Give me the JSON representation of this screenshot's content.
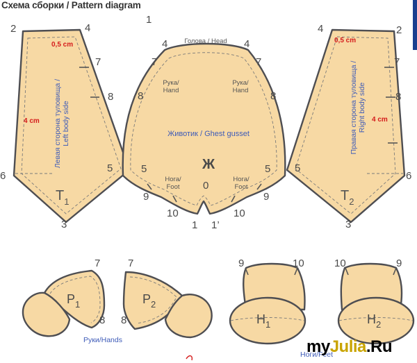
{
  "header": {
    "title": "Схема сборки / Pattern diagram"
  },
  "colors": {
    "piece_fill": "#f7d9a4",
    "outline": "#4e4e52",
    "seam": "#7a7a7a",
    "label_gray": "#555555",
    "blue_text": "#3e5bb8",
    "red_text": "#d51c1c",
    "brand_gold": "#c9a400",
    "brand_black": "#000000"
  },
  "pieces": {
    "left_body": {
      "name": "T",
      "sub": "1",
      "caption": [
        "Левая сторона туловища /",
        "Left body side"
      ],
      "seam_allowance": "0,5 cm",
      "height_mark": "4 cm",
      "points": [
        "2",
        "4",
        "7",
        "8",
        "6",
        "5",
        "3"
      ]
    },
    "gusset": {
      "name": "Ж",
      "top_label": "Голова / Head",
      "center_label": "Животик / Ghest gusset",
      "hand_left": [
        "Рука/",
        "Hand"
      ],
      "hand_right": [
        "Рука/",
        "Hand"
      ],
      "foot_left": [
        "Нога/",
        "Foot"
      ],
      "foot_right": [
        "Нога/",
        "Foot"
      ],
      "points": [
        "1",
        "4",
        "4",
        "7",
        "7",
        "8",
        "8",
        "5",
        "5",
        "9",
        "9",
        "10",
        "10",
        "0",
        "1",
        "1’"
      ]
    },
    "right_body": {
      "name": "T",
      "sub": "2",
      "caption": [
        "Правая сторона туловища /",
        "Right body side"
      ],
      "seam_allowance": "0,5 cm",
      "height_mark": "4 cm",
      "points": [
        "4",
        "2",
        "7",
        "8",
        "6",
        "5",
        "3"
      ]
    },
    "hand_left": {
      "name": "P",
      "sub": "1",
      "points": [
        "7",
        "8"
      ]
    },
    "hand_right": {
      "name": "P",
      "sub": "2",
      "points": [
        "7",
        "8"
      ]
    },
    "hands_caption": "Руки/Hands",
    "foot_left": {
      "name": "H",
      "sub": "1",
      "points": [
        "9",
        "10"
      ]
    },
    "foot_right": {
      "name": "H",
      "sub": "2",
      "points": [
        "10",
        "9"
      ]
    },
    "feet_caption": "Ноги/Feet"
  },
  "brand": {
    "part1": "my",
    "part2": "Julia",
    "part3": ".Ru"
  }
}
